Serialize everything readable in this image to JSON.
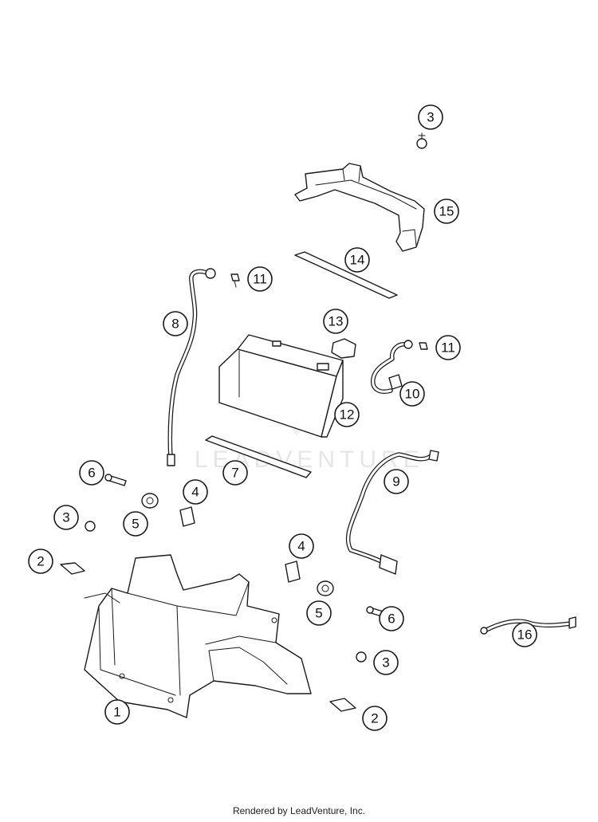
{
  "diagram": {
    "callouts": [
      {
        "id": "c-3-top",
        "label": "3"
      },
      {
        "id": "c-15",
        "label": "15"
      },
      {
        "id": "c-14",
        "label": "14"
      },
      {
        "id": "c-11-left",
        "label": "11"
      },
      {
        "id": "c-8",
        "label": "8"
      },
      {
        "id": "c-13",
        "label": "13"
      },
      {
        "id": "c-11-right",
        "label": "11"
      },
      {
        "id": "c-10",
        "label": "10"
      },
      {
        "id": "c-12",
        "label": "12"
      },
      {
        "id": "c-7",
        "label": "7"
      },
      {
        "id": "c-6-left",
        "label": "6"
      },
      {
        "id": "c-9",
        "label": "9"
      },
      {
        "id": "c-4-left",
        "label": "4"
      },
      {
        "id": "c-3-left",
        "label": "3"
      },
      {
        "id": "c-5-left",
        "label": "5"
      },
      {
        "id": "c-4-right",
        "label": "4"
      },
      {
        "id": "c-2-left",
        "label": "2"
      },
      {
        "id": "c-5-right",
        "label": "5"
      },
      {
        "id": "c-6-right",
        "label": "6"
      },
      {
        "id": "c-16",
        "label": "16"
      },
      {
        "id": "c-3-right",
        "label": "3"
      },
      {
        "id": "c-1",
        "label": "1"
      },
      {
        "id": "c-2-right",
        "label": "2"
      }
    ],
    "watermark": "LEADVENTURE"
  },
  "footer": {
    "text": "Rendered by LeadVenture, Inc."
  }
}
